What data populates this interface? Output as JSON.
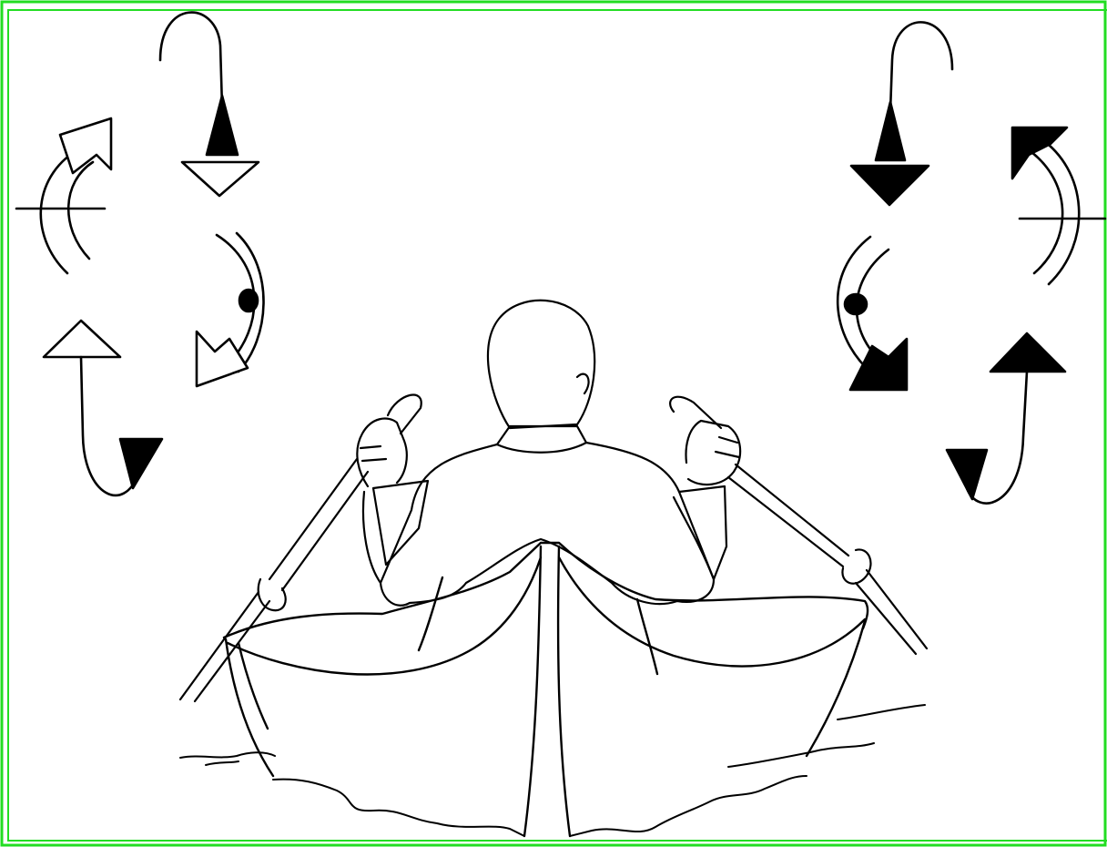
{
  "diagram": {
    "frame_color": "#22dd22",
    "ink_color": "#000000",
    "paper_color": "#ffffff",
    "subject": {
      "figure": "rower-seen-from-behind",
      "boat": "rowboat",
      "oars": 2
    },
    "left_oar_stroke": {
      "arrows": [
        "hook-down-arrow-outline-head",
        "curved-up-arrow-outline",
        "curved-down-arrow-outline",
        "hook-up-arrow-outline-head"
      ],
      "fill": "outline"
    },
    "right_oar_stroke": {
      "arrows": [
        "hook-down-arrow-solid-head",
        "curved-up-arrow-solid",
        "curved-down-arrow-solid",
        "hook-up-arrow-solid-head"
      ],
      "fill": "solid"
    }
  }
}
